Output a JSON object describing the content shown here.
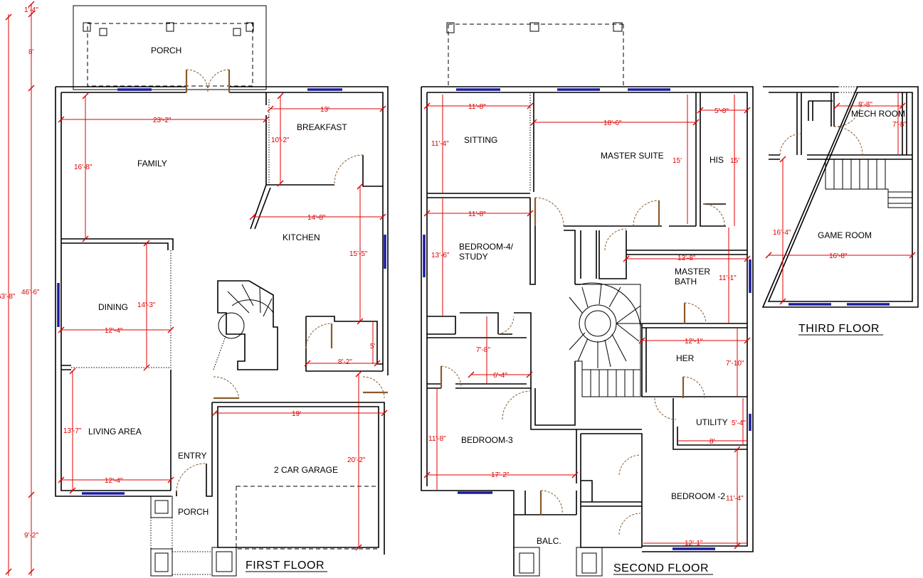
{
  "first_floor": {
    "title": "FIRST FLOOR",
    "rooms": {
      "porch_top": "PORCH",
      "family": "FAMILY",
      "breakfast": "BREAKFAST",
      "kitchen": "KITCHEN",
      "dining": "DINING",
      "living": "LIVING AREA",
      "entry": "ENTRY",
      "porch_bottom": "PORCH",
      "garage": "2 CAR GARAGE"
    },
    "dims": {
      "overall_left_1": "1'-4\"",
      "overall_left_2": "8'",
      "overall_total": "63'-8\"",
      "overall_main": "46'-6\"",
      "overall_bottom": "9'-2\"",
      "family_w": "23'-2\"",
      "family_h": "16'-8\"",
      "breakfast_w": "13'",
      "breakfast_h": "10'-2\"",
      "kitchen_w": "14'-8\"",
      "kitchen_h": "15'-5\"",
      "dining_h": "14'-3\"",
      "dining_w": "12'-4\"",
      "pantry_w": "8'-2\"",
      "pantry_h": "5'",
      "garage_w": "19'",
      "garage_h": "20'-2\"",
      "living_h": "13'-7\"",
      "living_w": "12'-4\""
    }
  },
  "second_floor": {
    "title": "SECOND FLOOR",
    "rooms": {
      "sitting": "SITTING",
      "master_suite": "MASTER SUITE",
      "his": "HIS",
      "bedroom4_line1": "BEDROOM-4/",
      "bedroom4_line2": "STUDY",
      "master_bath_line1": "MASTER",
      "master_bath_line2": "BATH",
      "her": "HER",
      "bedroom3": "BEDROOM-3",
      "utility": "UTILITY",
      "bedroom2": "BEDROOM -2",
      "balc": "BALC."
    },
    "dims": {
      "sitting_w": "11'-8\"",
      "sitting_h": "11'-4\"",
      "master_w": "18'-6\"",
      "master_h": "15'",
      "his_w": "5'-8\"",
      "his_h": "15'",
      "bed4_w": "11'-8\"",
      "bed4_h": "13'-6\"",
      "mbath_w": "13'-8\"",
      "mbath_h": "11'-1\"",
      "closet_h": "7'-8\"",
      "closet_w": "6'-4\"",
      "her_w": "12'-1\"",
      "her_h": "7'-10\"",
      "bed3_h": "11'-8\"",
      "bed3_w": "17'-2\"",
      "utility_h": "5'-4\"",
      "utility_w": "8'",
      "bed2_h": "11'-4\"",
      "bed2_w": "12'-1\""
    }
  },
  "third_floor": {
    "title": "THIRD FLOOR",
    "rooms": {
      "mech": "MECH ROOM",
      "game": "GAME ROOM"
    },
    "dims": {
      "mech_w": "8'-8\"",
      "mech_h": "7'-8\"",
      "game_h": "16'-4\"",
      "game_w": "16'-8\""
    }
  },
  "colors": {
    "dimension": "#e00000",
    "window": "#1a1aa0",
    "door": "#8a5a2a",
    "wall": "#000000"
  }
}
